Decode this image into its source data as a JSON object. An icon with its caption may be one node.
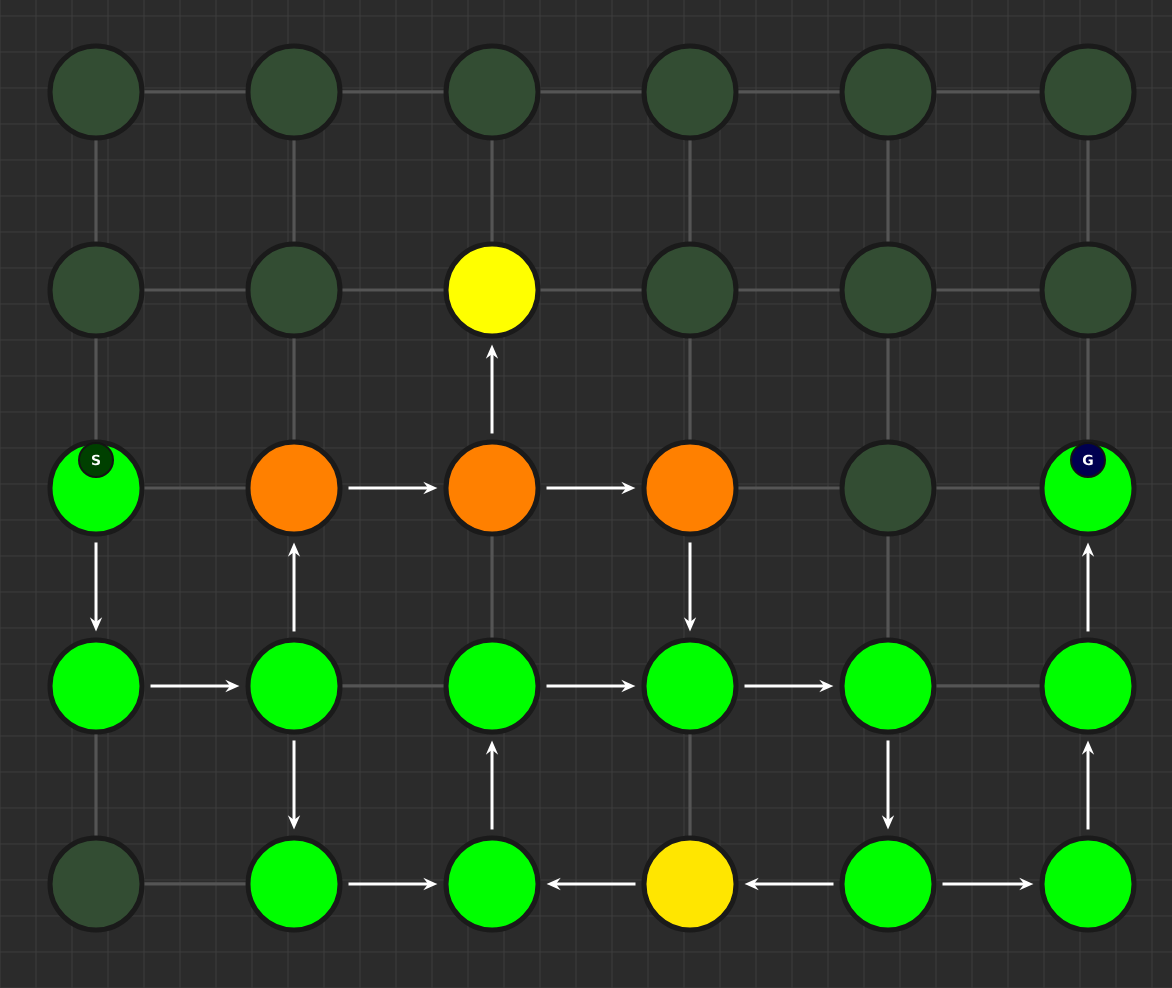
{
  "diagram": {
    "nodes": [
      {
        "text": [],
        "shape": "circle"
      },
      {
        "text": [],
        "shape": "circle"
      },
      {
        "text": [],
        "shape": "circle"
      },
      {
        "text": [],
        "shape": "circle"
      },
      {
        "text": [],
        "shape": "circle"
      },
      {
        "text": [],
        "shape": "circle"
      },
      {
        "text": [],
        "shape": "circle"
      },
      {
        "text": [],
        "shape": "circle"
      },
      {
        "text": [],
        "shape": "circle"
      },
      {
        "text": [],
        "shape": "circle"
      },
      {
        "text": [],
        "shape": "circle"
      },
      {
        "text": [],
        "shape": "circle"
      },
      {
        "text": [],
        "shape": "circle"
      },
      {
        "text": [],
        "shape": "circle"
      },
      {
        "text": [],
        "shape": "circle"
      },
      {
        "text": [],
        "shape": "circle"
      },
      {
        "text": [],
        "shape": "circle"
      },
      {
        "text": [],
        "shape": "circle"
      },
      {
        "text": [],
        "shape": "circle"
      },
      {
        "text": [],
        "shape": "circle"
      },
      {
        "text": [],
        "shape": "circle"
      },
      {
        "text": [],
        "shape": "circle"
      },
      {
        "text": [],
        "shape": "circle"
      },
      {
        "text": [],
        "shape": "circle"
      },
      {
        "text": [],
        "shape": "circle"
      },
      {
        "text": [],
        "shape": "circle"
      },
      {
        "text": [],
        "shape": "circle"
      },
      {
        "text": [],
        "shape": "circle"
      },
      {
        "text": [],
        "shape": "circle"
      },
      {
        "text": [],
        "shape": "circle"
      },
      {
        "text": [
          "S"
        ],
        "in": 12
      },
      {
        "text": [
          "G"
        ],
        "in": 17
      }
    ],
    "edges": [
      {
        "from": 0,
        "to": 1,
        "arrow": "none"
      },
      {
        "from": 1,
        "to": 2,
        "arrow": "none"
      },
      {
        "from": 2,
        "to": 3,
        "arrow": "none"
      },
      {
        "from": 3,
        "to": 4,
        "arrow": "none"
      },
      {
        "from": 4,
        "to": 5,
        "arrow": "none"
      },
      {
        "from": 0,
        "to": 6,
        "arrow": "none"
      },
      {
        "from": 1,
        "to": 7,
        "arrow": "none"
      },
      {
        "from": 2,
        "to": 8,
        "arrow": "none"
      },
      {
        "from": 3,
        "to": 9,
        "arrow": "none"
      },
      {
        "from": 4,
        "to": 10,
        "arrow": "none"
      },
      {
        "from": 5,
        "to": 11,
        "arrow": "none"
      },
      {
        "from": 6,
        "to": 7,
        "arrow": "none"
      },
      {
        "from": 7,
        "to": 8,
        "arrow": "none"
      },
      {
        "from": 8,
        "to": 9,
        "arrow": "none"
      },
      {
        "from": 9,
        "to": 10,
        "arrow": "none"
      },
      {
        "from": 10,
        "to": 11,
        "arrow": "none"
      },
      {
        "from": 6,
        "to": 12,
        "arrow": "none"
      },
      {
        "from": 7,
        "to": 13,
        "arrow": "none"
      },
      {
        "from": 14,
        "to": 8,
        "arrow": "to",
        "color": "#ffffff"
      },
      {
        "from": 9,
        "to": 15,
        "arrow": "none"
      },
      {
        "from": 10,
        "to": 16,
        "arrow": "none"
      },
      {
        "from": 11,
        "to": 17,
        "arrow": "none"
      },
      {
        "from": 12,
        "to": 13,
        "arrow": "none"
      },
      {
        "from": 13,
        "to": 14,
        "arrow": "to",
        "color": "#ffffff"
      },
      {
        "from": 14,
        "to": 15,
        "arrow": "to",
        "color": "#ffffff"
      },
      {
        "from": 15,
        "to": 16,
        "arrow": "none"
      },
      {
        "from": 16,
        "to": 17,
        "arrow": "none"
      },
      {
        "from": 12,
        "to": 18,
        "arrow": "to",
        "color": "#ffffff"
      },
      {
        "from": 19,
        "to": 13,
        "arrow": "to",
        "color": "#ffffff"
      },
      {
        "from": 14,
        "to": 20,
        "arrow": "none"
      },
      {
        "from": 15,
        "to": 21,
        "arrow": "to",
        "color": "#ffffff"
      },
      {
        "from": 16,
        "to": 22,
        "arrow": "none"
      },
      {
        "from": 23,
        "to": 17,
        "arrow": "to",
        "color": "#ffffff"
      },
      {
        "from": 18,
        "to": 19,
        "arrow": "to",
        "color": "#ffffff"
      },
      {
        "from": 19,
        "to": 20,
        "arrow": "none"
      },
      {
        "from": 20,
        "to": 21,
        "arrow": "to",
        "color": "#ffffff"
      },
      {
        "from": 21,
        "to": 22,
        "arrow": "to",
        "color": "#ffffff"
      },
      {
        "from": 22,
        "to": 23,
        "arrow": "none"
      },
      {
        "from": 18,
        "to": 24,
        "arrow": "none"
      },
      {
        "from": 19,
        "to": 25,
        "arrow": "to",
        "color": "#ffffff"
      },
      {
        "from": 26,
        "to": 20,
        "arrow": "to",
        "color": "#ffffff"
      },
      {
        "from": 21,
        "to": 27,
        "arrow": "none"
      },
      {
        "from": 22,
        "to": 28,
        "arrow": "to",
        "color": "#ffffff"
      },
      {
        "from": 29,
        "to": 23,
        "arrow": "to",
        "color": "#ffffff"
      },
      {
        "from": 24,
        "to": 25,
        "arrow": "none"
      },
      {
        "from": 25,
        "to": 26,
        "arrow": "to",
        "color": "#ffffff"
      },
      {
        "from": 27,
        "to": 26,
        "arrow": "to",
        "color": "#ffffff"
      },
      {
        "from": 28,
        "to": 27,
        "arrow": "to",
        "color": "#ffffff"
      },
      {
        "from": 28,
        "to": 29,
        "arrow": "to",
        "color": "#ffffff"
      }
    ]
  }
}
